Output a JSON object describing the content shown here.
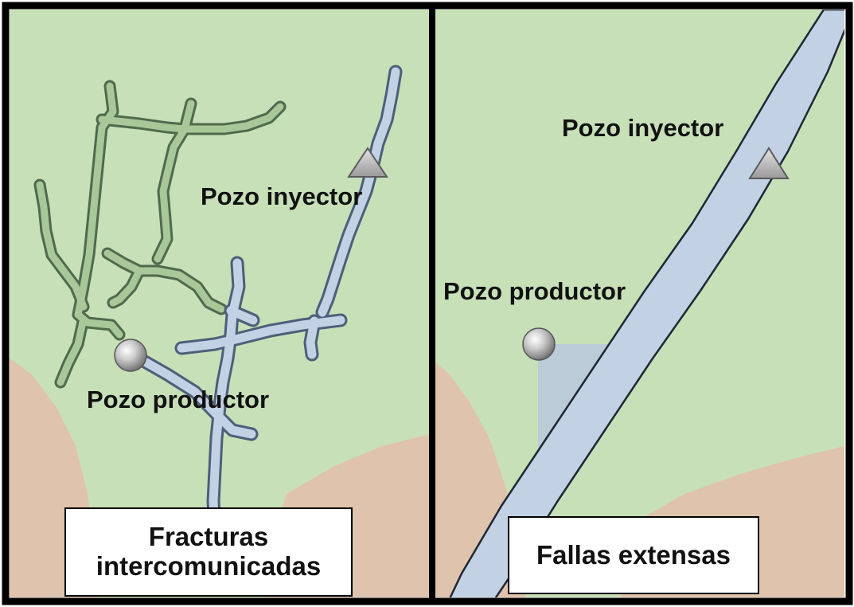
{
  "colors": {
    "ground": "#c7e0b8",
    "sediment": "#dfc3ad",
    "blue_fracture": "#c3d1e4",
    "green_fracture": "#a8c89a",
    "flow_zone": "#bccbd8",
    "border": "#000000"
  },
  "left_panel": {
    "injector_label": "Pozo inyector",
    "producer_label": "Pozo productor",
    "caption_lines": [
      "Fracturas",
      "intercomunicadas"
    ],
    "injector_icon": "triangle-well-icon",
    "producer_icon": "sphere-well-icon"
  },
  "right_panel": {
    "injector_label": "Pozo inyector",
    "producer_label": "Pozo productor",
    "caption": "Fallas extensas",
    "injector_icon": "triangle-well-icon",
    "producer_icon": "sphere-well-icon"
  }
}
